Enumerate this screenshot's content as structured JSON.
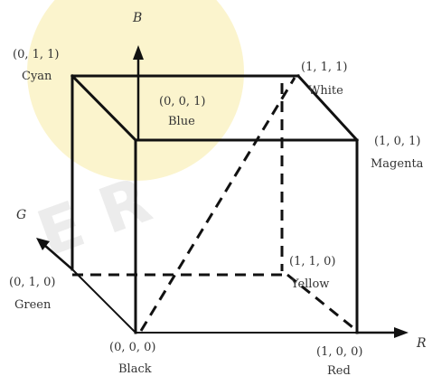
{
  "axes": {
    "r": "R",
    "g": "G",
    "b": "B"
  },
  "vertices": {
    "black": {
      "coord": "(0, 0, 0)",
      "name": "Black"
    },
    "red": {
      "coord": "(1, 0, 0)",
      "name": "Red"
    },
    "green": {
      "coord": "(0, 1, 0)",
      "name": "Green"
    },
    "yellow": {
      "coord": "(1, 1, 0)",
      "name": "Yellow"
    },
    "blue": {
      "coord": "(0, 0, 1)",
      "name": "Blue"
    },
    "magenta": {
      "coord": "(1, 0, 1)",
      "name": "Magenta"
    },
    "cyan": {
      "coord": "(0, 1, 1)",
      "name": "Cyan"
    },
    "white": {
      "coord": "(1, 1, 1)",
      "name": "White"
    }
  },
  "colors": {
    "lines": "#111111",
    "text": "#333333",
    "watermark": "#f2d94a"
  }
}
